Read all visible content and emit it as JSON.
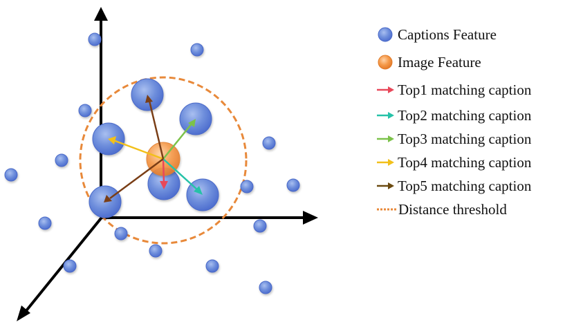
{
  "colors": {
    "caption_feature": "#6f8fdc",
    "caption_feature_edge": "#4a69c8",
    "image_feature": "#f59a4a",
    "image_feature_edge": "#e07b2a",
    "top1": "#e8485a",
    "top2": "#26c2a8",
    "top3": "#7cc24a",
    "top4": "#f2c01a",
    "top5": "#7a3e16",
    "threshold": "#e8893a",
    "axes": "#000000"
  },
  "legend": {
    "captions_feature": "Captions Feature",
    "image_feature": "Image Feature",
    "top1": "Top1 matching caption",
    "top2": "Top2 matching caption",
    "top3": "Top3 matching caption",
    "top4": "Top4 matching caption",
    "top5": "Top5 matching caption",
    "threshold": "Distance threshold"
  }
}
